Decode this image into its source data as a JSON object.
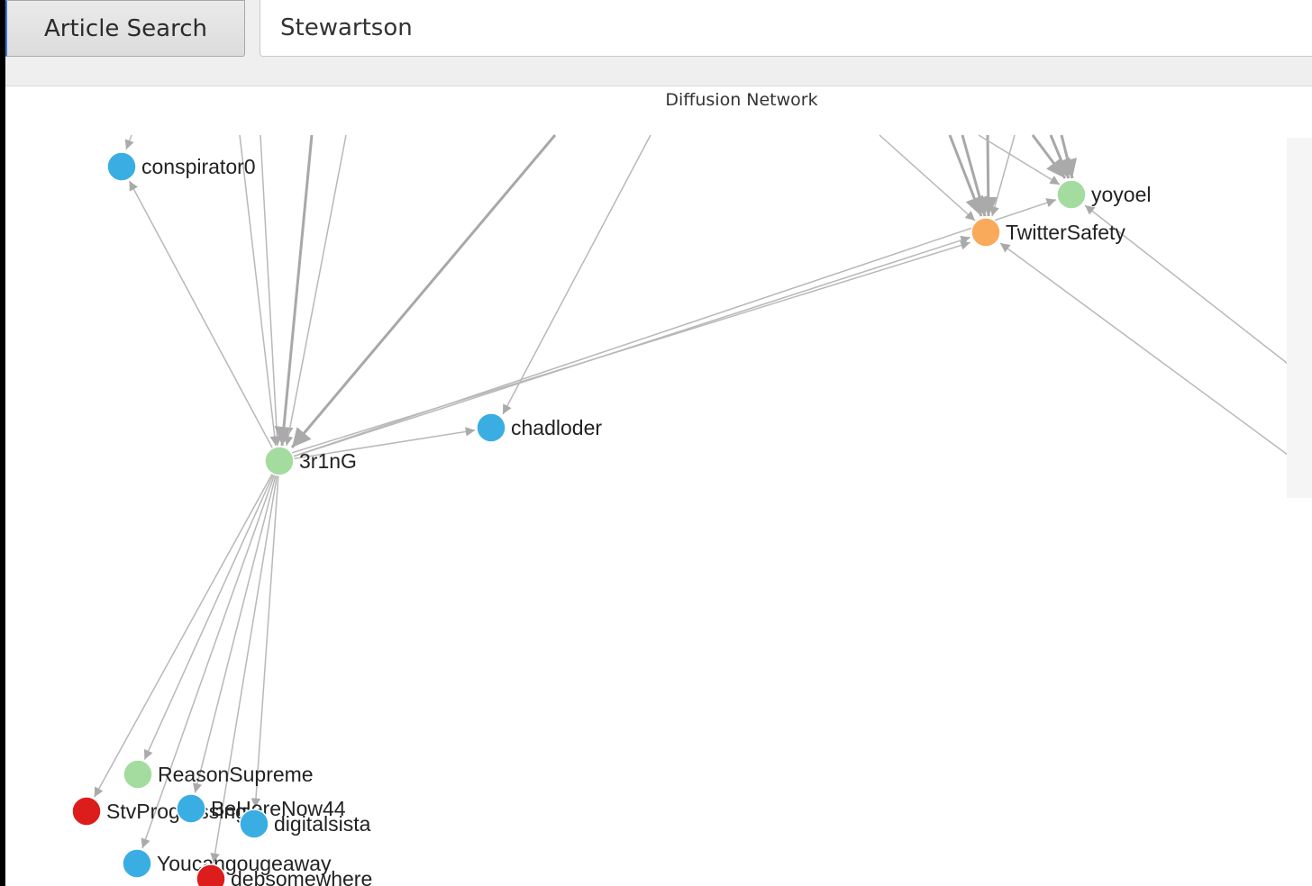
{
  "toolbar": {
    "search_button_label": "Article Search",
    "search_value": "Stewartson"
  },
  "chart": {
    "title": "Diffusion Network"
  },
  "colors": {
    "blue": "#3aaee3",
    "green": "#a4dca0",
    "orange": "#f9aa5a",
    "red": "#dd1c1c"
  },
  "nodes": [
    {
      "id": "conspirator0",
      "label": "conspirator0",
      "color": "blue"
    },
    {
      "id": "yoyoel",
      "label": "yoyoel",
      "color": "green"
    },
    {
      "id": "TwitterSafety",
      "label": "TwitterSafety",
      "color": "orange"
    },
    {
      "id": "chadloder",
      "label": "chadloder",
      "color": "blue"
    },
    {
      "id": "3r1nG",
      "label": "3r1nG",
      "color": "green"
    },
    {
      "id": "ReasonSupreme",
      "label": "ReasonSupreme",
      "color": "green"
    },
    {
      "id": "StvProgressing",
      "label": "StvProgressing",
      "color": "red"
    },
    {
      "id": "BeHereNow44",
      "label": "BeHereNow44",
      "color": "blue"
    },
    {
      "id": "digitalsista",
      "label": "digitalsista",
      "color": "blue"
    },
    {
      "id": "Youcangougeaway",
      "label": "Youcangougeaway",
      "color": "blue"
    },
    {
      "id": "debsomewhere",
      "label": "debsomewhere",
      "color": "red"
    }
  ],
  "edges": [
    {
      "source": "3r1nG",
      "target": "conspirator0"
    },
    {
      "source": "3r1nG",
      "target": "chadloder"
    },
    {
      "source": "3r1nG",
      "target": "TwitterSafety"
    },
    {
      "source": "3r1nG",
      "target": "yoyoel"
    },
    {
      "source": "3r1nG",
      "target": "ReasonSupreme"
    },
    {
      "source": "3r1nG",
      "target": "StvProgressing"
    },
    {
      "source": "3r1nG",
      "target": "BeHereNow44"
    },
    {
      "source": "3r1nG",
      "target": "digitalsista"
    },
    {
      "source": "3r1nG",
      "target": "Youcangougeaway"
    },
    {
      "source": "3r1nG",
      "target": "debsomewhere"
    }
  ]
}
